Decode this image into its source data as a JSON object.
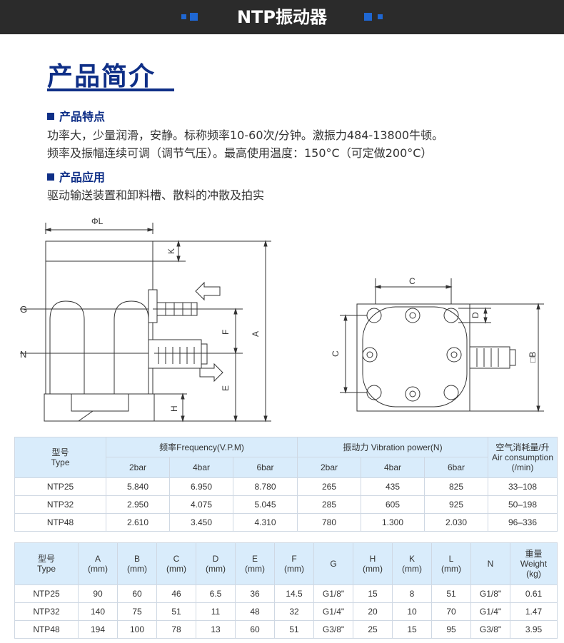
{
  "banner": {
    "title": "NTP振动器"
  },
  "intro": {
    "title": "产品简介",
    "features_heading": "产品特点",
    "features_line1": "功率大，少量润滑，安静。标称频率10-60次/分钟。激振力484-13800牛顿。",
    "features_line2": "频率及振幅连续可调（调节气压）。最高使用温度：150°C（可定做200°C）",
    "application_heading": "产品应用",
    "application_line": "驱动输送装置和卸料槽、散料的冲散及拍实"
  },
  "drawing_labels": {
    "phiL": "ΦL",
    "K": "K",
    "G": "G",
    "N": "N",
    "F": "F",
    "A": "A",
    "E": "E",
    "H": "H",
    "C_top": "C",
    "C_left": "C",
    "D": "D",
    "B": "□B"
  },
  "table1": {
    "type_cn": "型号",
    "type_en": "Type",
    "freq_header": "频率Frequency(V.P.M)",
    "force_header": "振动力 Vibration power(N)",
    "air_cn": "空气消耗量/升",
    "air_en": "Air consumption",
    "air_unit": "(/min)",
    "pressures": [
      "2bar",
      "4bar",
      "6bar",
      "2bar",
      "4bar",
      "6bar"
    ],
    "rows": [
      [
        "NTP25",
        "5.840",
        "6.950",
        "8.780",
        "265",
        "435",
        "825",
        "33–108"
      ],
      [
        "NTP32",
        "2.950",
        "4.075",
        "5.045",
        "285",
        "605",
        "925",
        "50–198"
      ],
      [
        "NTP48",
        "2.610",
        "3.450",
        "4.310",
        "780",
        "1.300",
        "2.030",
        "96–336"
      ]
    ]
  },
  "table2": {
    "type_cn": "型号",
    "type_en": "Type",
    "dims": [
      {
        "letter": "A",
        "unit": "(mm)"
      },
      {
        "letter": "B",
        "unit": "(mm)"
      },
      {
        "letter": "C",
        "unit": "(mm)"
      },
      {
        "letter": "D",
        "unit": "(mm)"
      },
      {
        "letter": "E",
        "unit": "(mm)"
      },
      {
        "letter": "F",
        "unit": "(mm)"
      },
      {
        "letter": "G",
        "unit": ""
      },
      {
        "letter": "H",
        "unit": "(mm)"
      },
      {
        "letter": "K",
        "unit": "(mm)"
      },
      {
        "letter": "L",
        "unit": "(mm)"
      },
      {
        "letter": "N",
        "unit": ""
      }
    ],
    "weight_cn": "重量",
    "weight_en": "Weight",
    "weight_unit": "(kg)",
    "rows": [
      [
        "NTP25",
        "90",
        "60",
        "46",
        "6.5",
        "36",
        "14.5",
        "G1/8\"",
        "15",
        "8",
        "51",
        "G1/8\"",
        "0.61"
      ],
      [
        "NTP32",
        "140",
        "75",
        "51",
        "11",
        "48",
        "32",
        "G1/4\"",
        "20",
        "10",
        "70",
        "G1/4\"",
        "1.47"
      ],
      [
        "NTP48",
        "194",
        "100",
        "78",
        "13",
        "60",
        "51",
        "G3/8\"",
        "25",
        "15",
        "95",
        "G3/8\"",
        "3.95"
      ]
    ]
  }
}
